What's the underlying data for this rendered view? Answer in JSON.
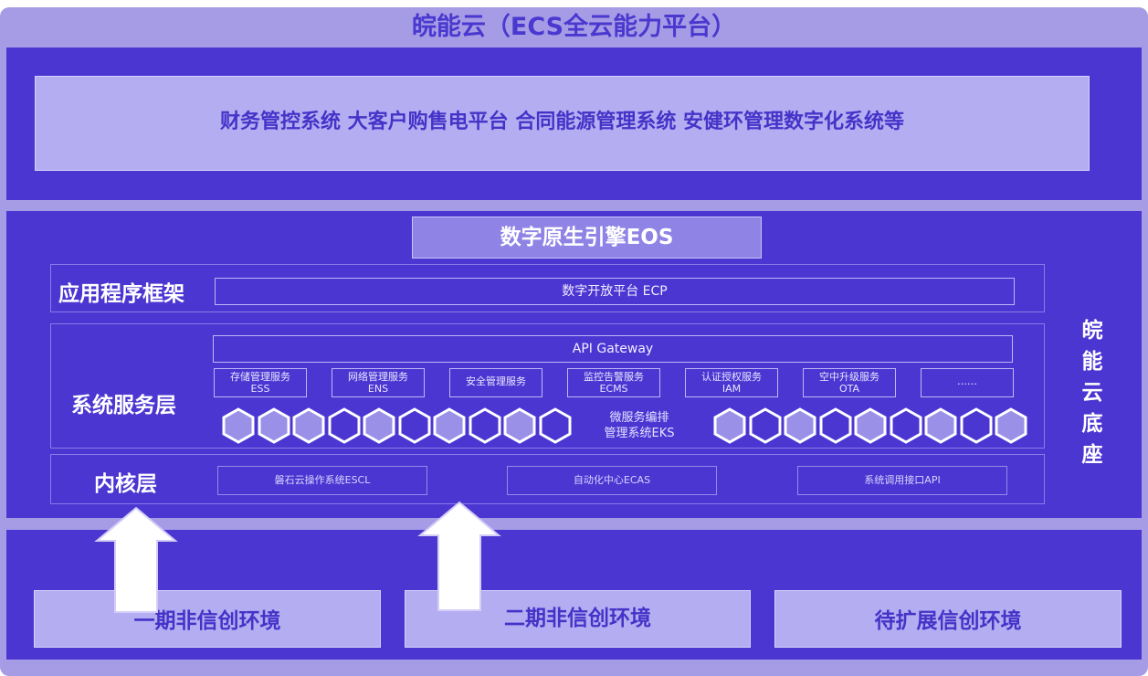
{
  "title": "皖能云（ECS全云能力平台）",
  "apps": "财务管控系统  大客户购售电平台 合同能源管理系统 安健环管理数字化系统等",
  "eos": "数字原生引擎EOS",
  "framework": {
    "label": "应用程序框架",
    "ecp": "数字开放平台 ECP"
  },
  "service": {
    "label": "系统服务层",
    "gateway": "API Gateway",
    "items": [
      {
        "name": "存储管理服务",
        "code": "ESS"
      },
      {
        "name": "网络管理服务",
        "code": "ENS"
      },
      {
        "name": "安全管理服务",
        "code": ""
      },
      {
        "name": "监控告警服务",
        "code": "ECMS"
      },
      {
        "name": "认证授权服务",
        "code": "IAM"
      },
      {
        "name": "空中升级服务",
        "code": "OTA"
      },
      {
        "name": "……",
        "code": ""
      }
    ],
    "eks_line1": "微服务编排",
    "eks_line2": "管理系统EKS"
  },
  "kernel": {
    "label": "内核层",
    "items": [
      "磐石云操作系统ESCL",
      "自动化中心ECAS",
      "系统调用接口API"
    ]
  },
  "side_label": [
    "皖",
    "能",
    "云",
    "底",
    "座"
  ],
  "envs": [
    "一期非信创环境",
    "二期非信创环境",
    "待扩展信创环境"
  ],
  "colors": {
    "panel": "#4c36d2",
    "outer": "#a69ce6",
    "light_box": "#b4adf2",
    "hex_fill": "#9b90e8"
  }
}
